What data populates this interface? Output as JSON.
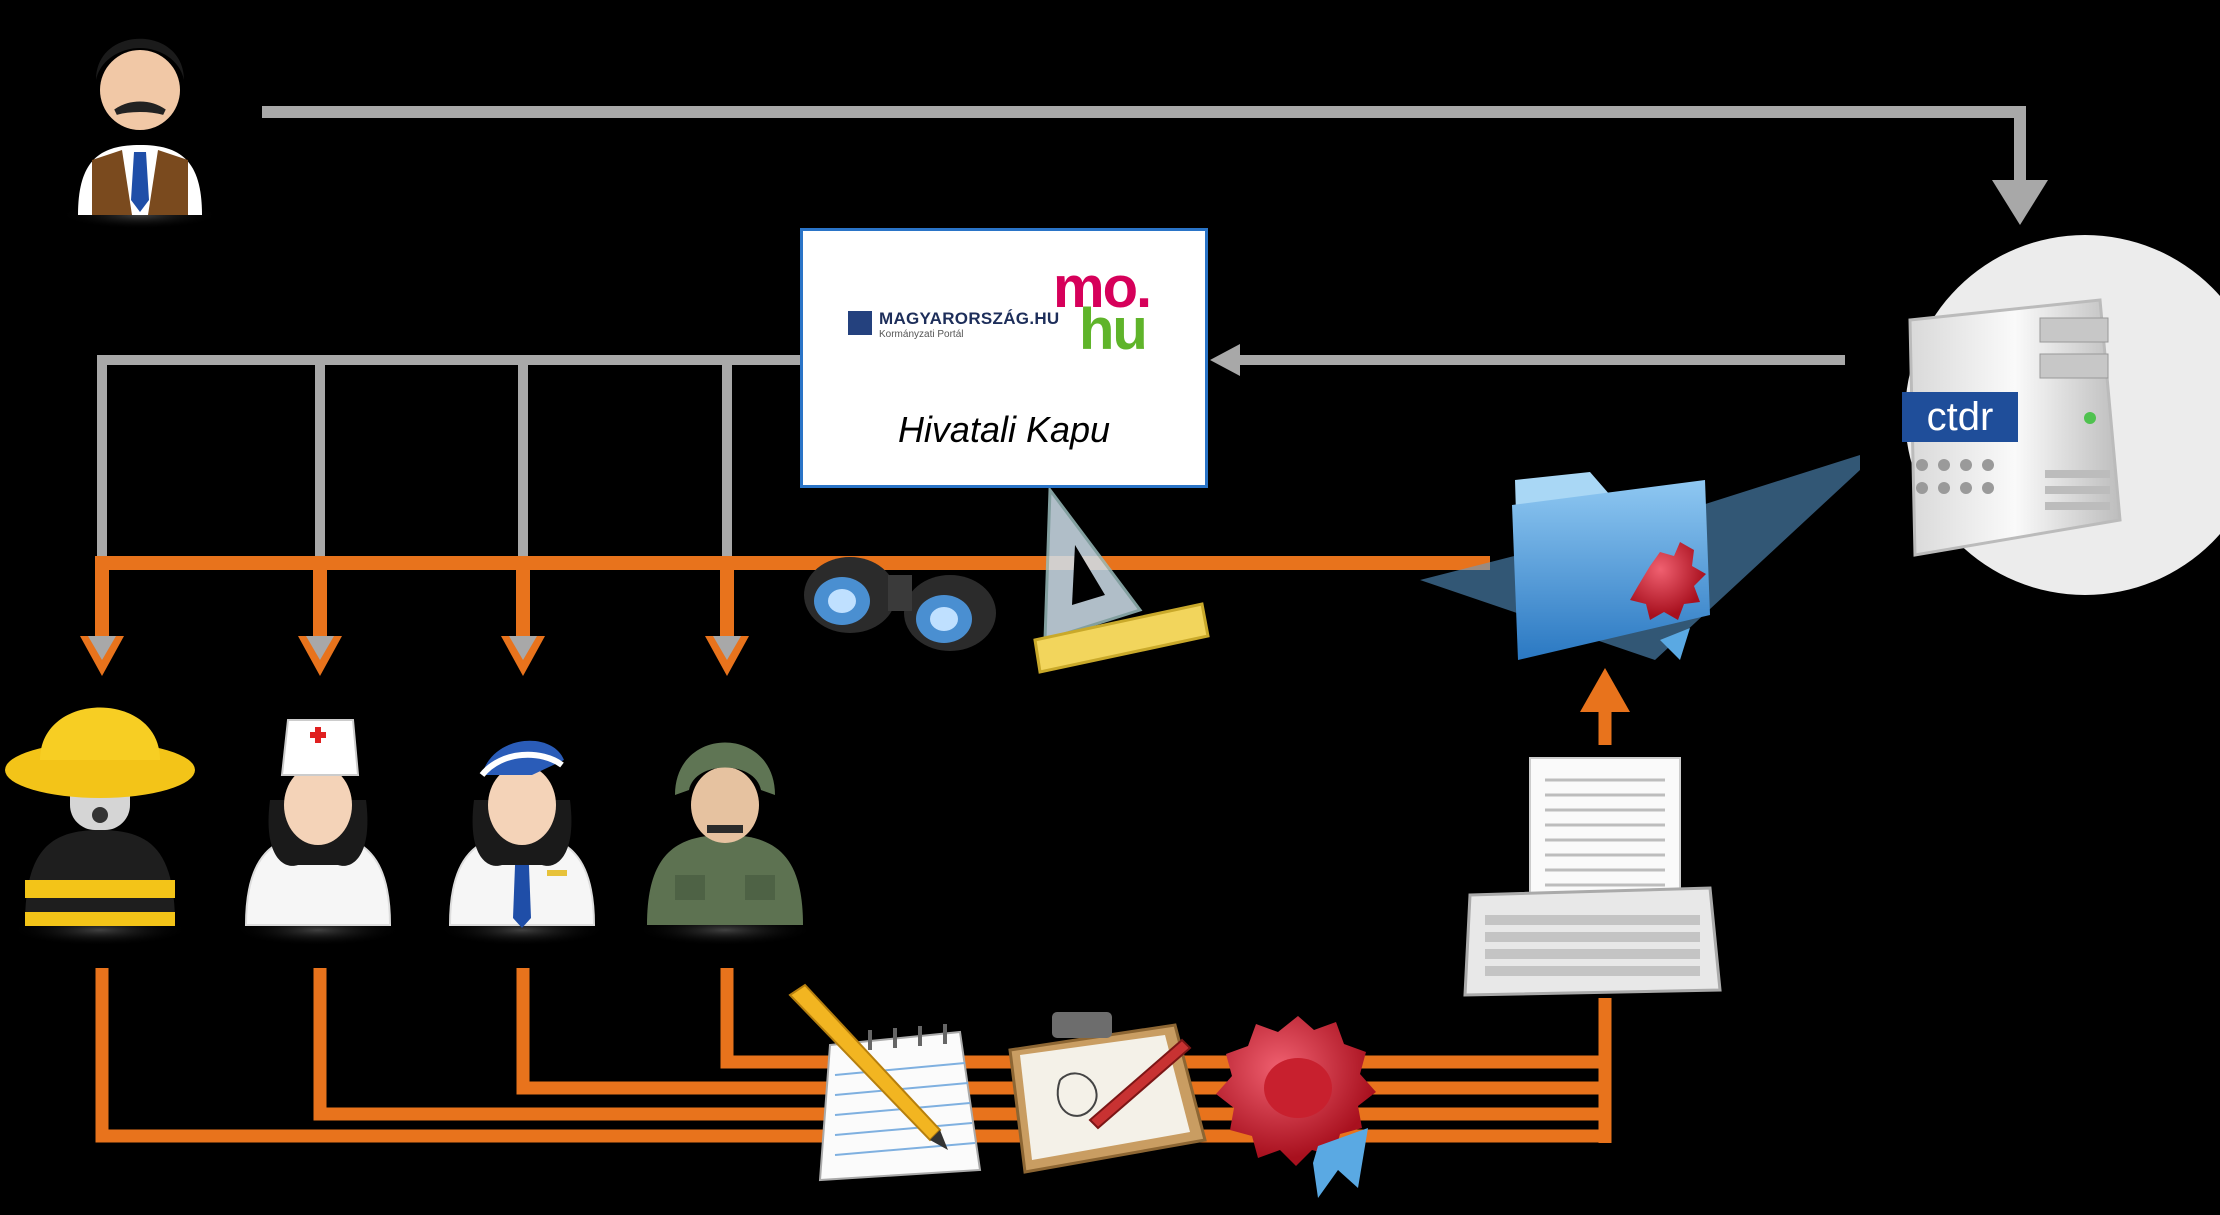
{
  "portal": {
    "logo_text": "MAGYARORSZÁG.HU",
    "logo_subtext": "Kormányzati Portál",
    "mark_top": "mo.",
    "mark_bottom": "hu",
    "caption": "Hivatali Kapu"
  },
  "server": {
    "logo_text": "ctdr"
  },
  "colors": {
    "orange_flow": "#e8731c",
    "gray_flow": "#a8a8a8",
    "portal_border": "#2a74c7"
  },
  "icons": [
    "manager-avatar-icon",
    "firefighter-avatar-icon",
    "nurse-avatar-icon",
    "stewardess-avatar-icon",
    "soldier-avatar-icon",
    "binoculars-icon",
    "set-square-icon",
    "certified-folder-icon",
    "server-icon",
    "typewriter-icon",
    "notepad-pencil-icon",
    "clipboard-icon",
    "wax-seal-icon"
  ]
}
